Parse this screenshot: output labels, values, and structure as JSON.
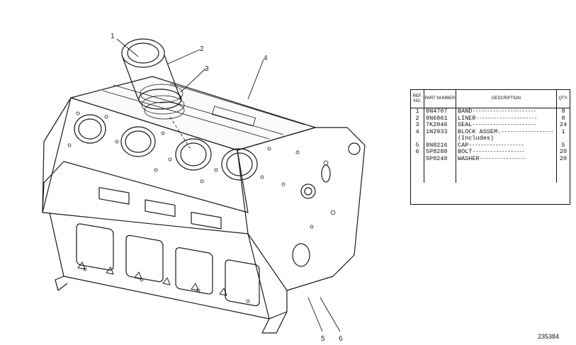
{
  "callouts": [
    "1",
    "2",
    "3",
    "4",
    "5",
    "6"
  ],
  "parts_table": {
    "headers": {
      "ref_no": "REF. NO.",
      "part_number": "PART NUMBER",
      "description": "DESCRIPTION",
      "qty": "QTY."
    },
    "rows": [
      {
        "ref": "1",
        "part": "8N4707",
        "desc": "BAND",
        "qty": "8"
      },
      {
        "ref": "2",
        "part": "8N6861",
        "desc": "LINER",
        "qty": "8"
      },
      {
        "ref": "3",
        "part": "7K2046",
        "desc": "SEAL",
        "qty": "24"
      },
      {
        "ref": "4",
        "part": "1N2933",
        "desc": "BLOCK ASSEM.",
        "qty": "1"
      },
      {
        "ref": "",
        "part": "",
        "desc": "(Includes)",
        "qty": ""
      },
      {
        "ref": "5",
        "part": "8N8216",
        "desc": "CAP",
        "qty": "5"
      },
      {
        "ref": "6",
        "part": "5P8288",
        "desc": "BOLT",
        "qty": "20"
      },
      {
        "ref": "",
        "part": "5P8248",
        "desc": "WASHER",
        "qty": "20"
      }
    ]
  },
  "drawing_number": "235384"
}
